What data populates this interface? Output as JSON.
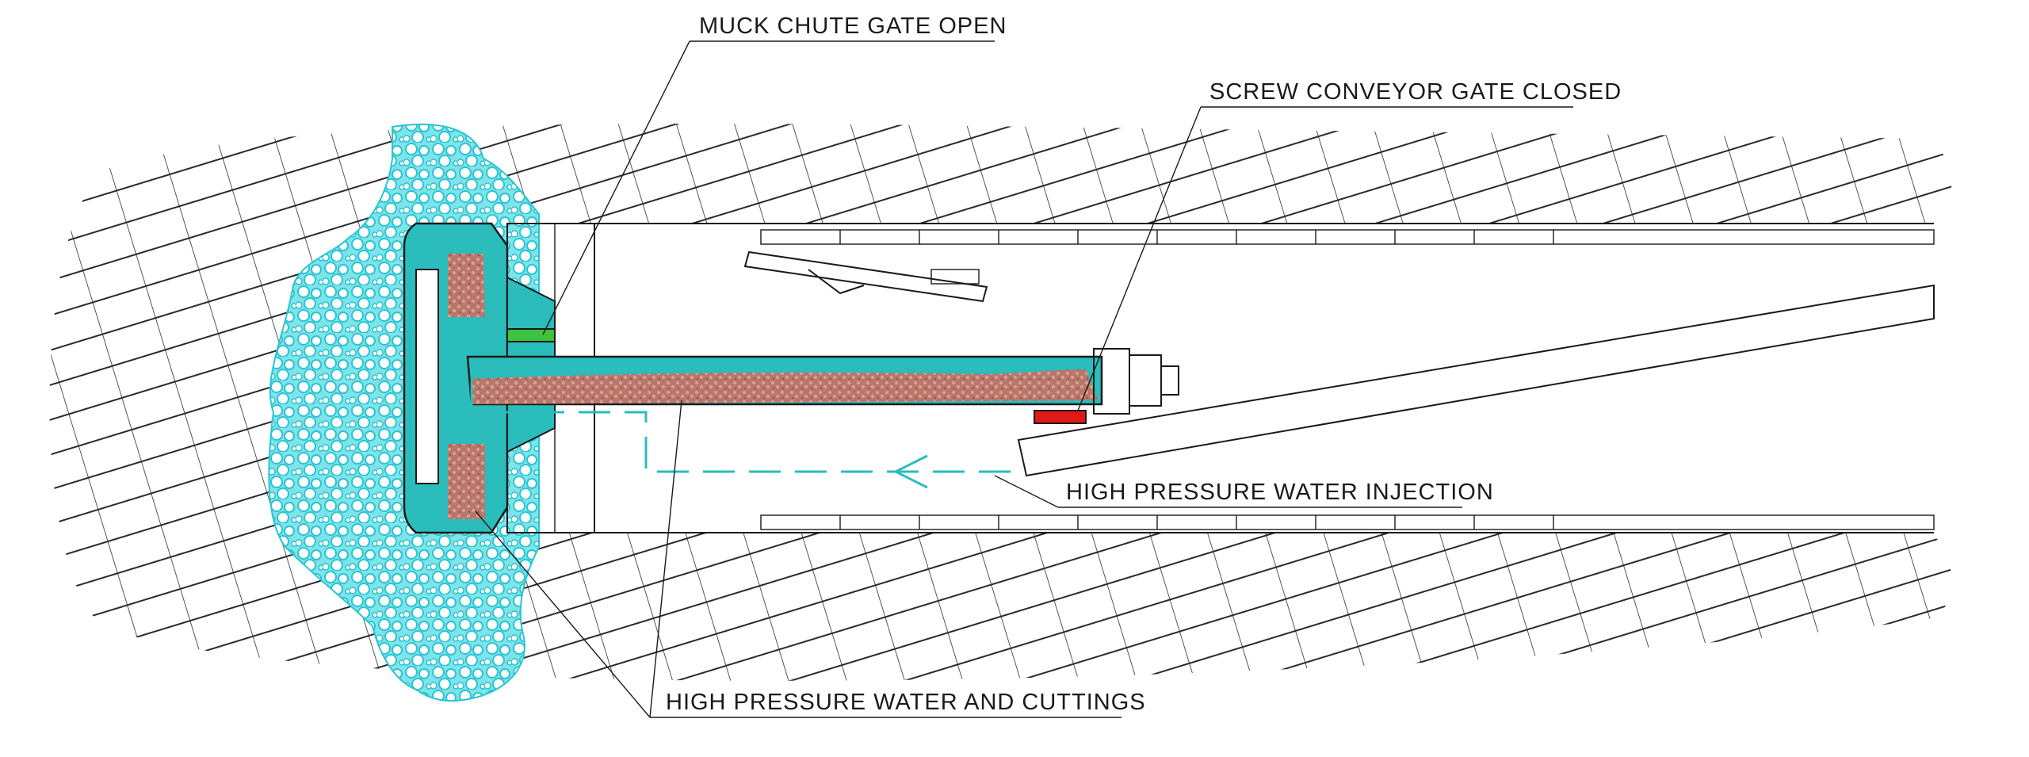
{
  "labels": {
    "muck_chute_gate": "MUCK CHUTE GATE OPEN",
    "screw_conveyor_gate": "SCREW CONVEYOR GATE CLOSED",
    "water_injection": "HIGH PRESSURE WATER INJECTION",
    "water_cuttings": "HIGH PRESSURE WATER AND CUTTINGS"
  },
  "colors": {
    "water_fill": "#2bbcbc",
    "cuttings": "#c98a7a",
    "gravel": "#7fe3ea",
    "gravel_outline": "#28c5d2",
    "gate_open": "#3ec33e",
    "gate_closed": "#e01818",
    "line": "#1a1a1a",
    "hatch": "#2a2a2a"
  }
}
